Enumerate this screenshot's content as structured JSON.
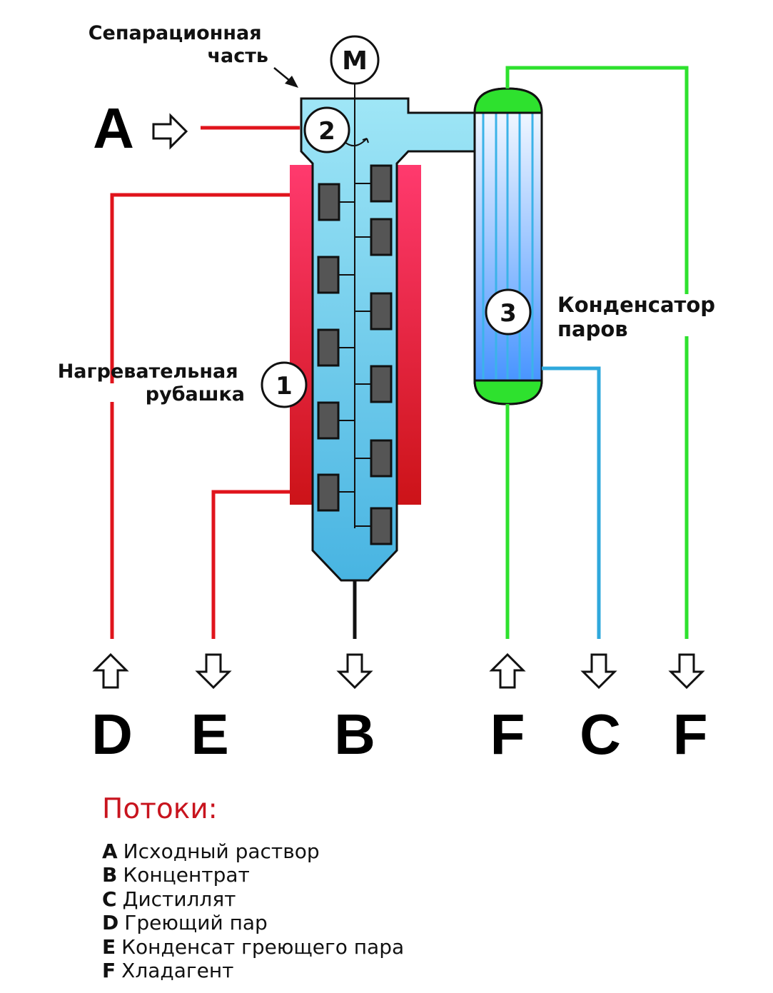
{
  "labels": {
    "separation": [
      "Сепарационная",
      "часть"
    ],
    "jacket": [
      "Нагревательная",
      "рубашка"
    ],
    "condenser": [
      "Конденсатор",
      "паров"
    ],
    "motor": "M"
  },
  "numbers": {
    "n1": "1",
    "n2": "2",
    "n3": "3"
  },
  "streams": {
    "A": "A",
    "bottom": [
      "D",
      "E",
      "B",
      "F",
      "C",
      "F"
    ]
  },
  "legend": {
    "title": "Потоки:",
    "items": [
      {
        "key": "A",
        "text": "Исходный раствор"
      },
      {
        "key": "B",
        "text": "Концентрат"
      },
      {
        "key": "C",
        "text": "Дистиллят"
      },
      {
        "key": "D",
        "text": "Греющий пар"
      },
      {
        "key": "E",
        "text": "Конденсат греющего пара"
      },
      {
        "key": "F",
        "text": "Хладагент"
      }
    ]
  },
  "colors": {
    "red_line": "#e0141c",
    "green_line": "#2ee12e",
    "blue_line": "#2fa8dc",
    "legend_title": "#c8141e"
  }
}
